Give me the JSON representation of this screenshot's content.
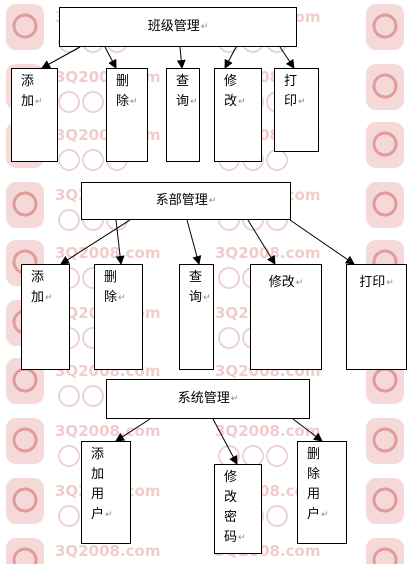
{
  "watermark": {
    "text": "3Q2008.com",
    "color": "#e9a2a2"
  },
  "return_mark": "↵",
  "class_management": {
    "title": "班级管理",
    "children": [
      {
        "id": "add",
        "label": "添加"
      },
      {
        "id": "delete",
        "label": "删除"
      },
      {
        "id": "query",
        "label": "查询"
      },
      {
        "id": "modify",
        "label": "修改"
      },
      {
        "id": "print",
        "label": "打印"
      }
    ]
  },
  "department_management": {
    "title": "系部管理",
    "children": [
      {
        "id": "add",
        "label": "添加"
      },
      {
        "id": "delete",
        "label": "删除"
      },
      {
        "id": "query",
        "label": "查询"
      },
      {
        "id": "modify",
        "label": "修改"
      },
      {
        "id": "print",
        "label": "打印"
      }
    ]
  },
  "system_management": {
    "title": "系统管理",
    "children": [
      {
        "id": "add-user",
        "label": "添加用户"
      },
      {
        "id": "change-password",
        "label": "修改密码"
      },
      {
        "id": "delete-user",
        "label": "删除用户"
      }
    ]
  }
}
